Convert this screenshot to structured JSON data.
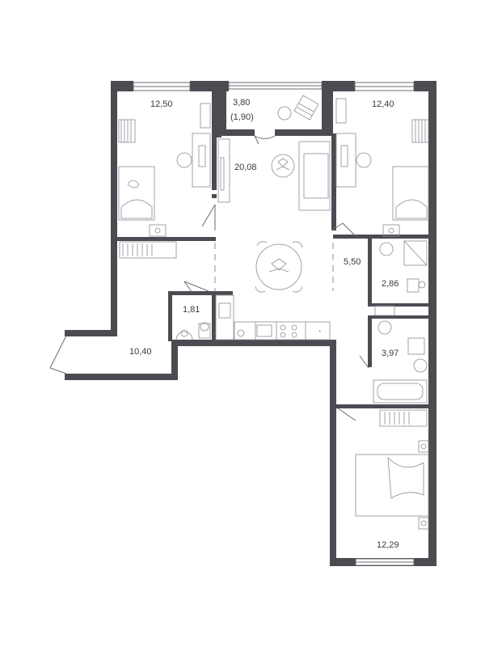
{
  "rooms": {
    "bedroom_nw": {
      "area": "12,50"
    },
    "balcony": {
      "area": "3,80",
      "area_reduced": "(1,90)"
    },
    "living": {
      "area": "20,08"
    },
    "bedroom_ne": {
      "area": "12,40"
    },
    "hall": {
      "area": "5,50"
    },
    "wc_right": {
      "area": "2,86"
    },
    "bath_right": {
      "area": "3,97"
    },
    "wc_left": {
      "area": "1,81"
    },
    "corridor": {
      "area": "10,40"
    },
    "bedroom_s": {
      "area": "12,29"
    }
  }
}
